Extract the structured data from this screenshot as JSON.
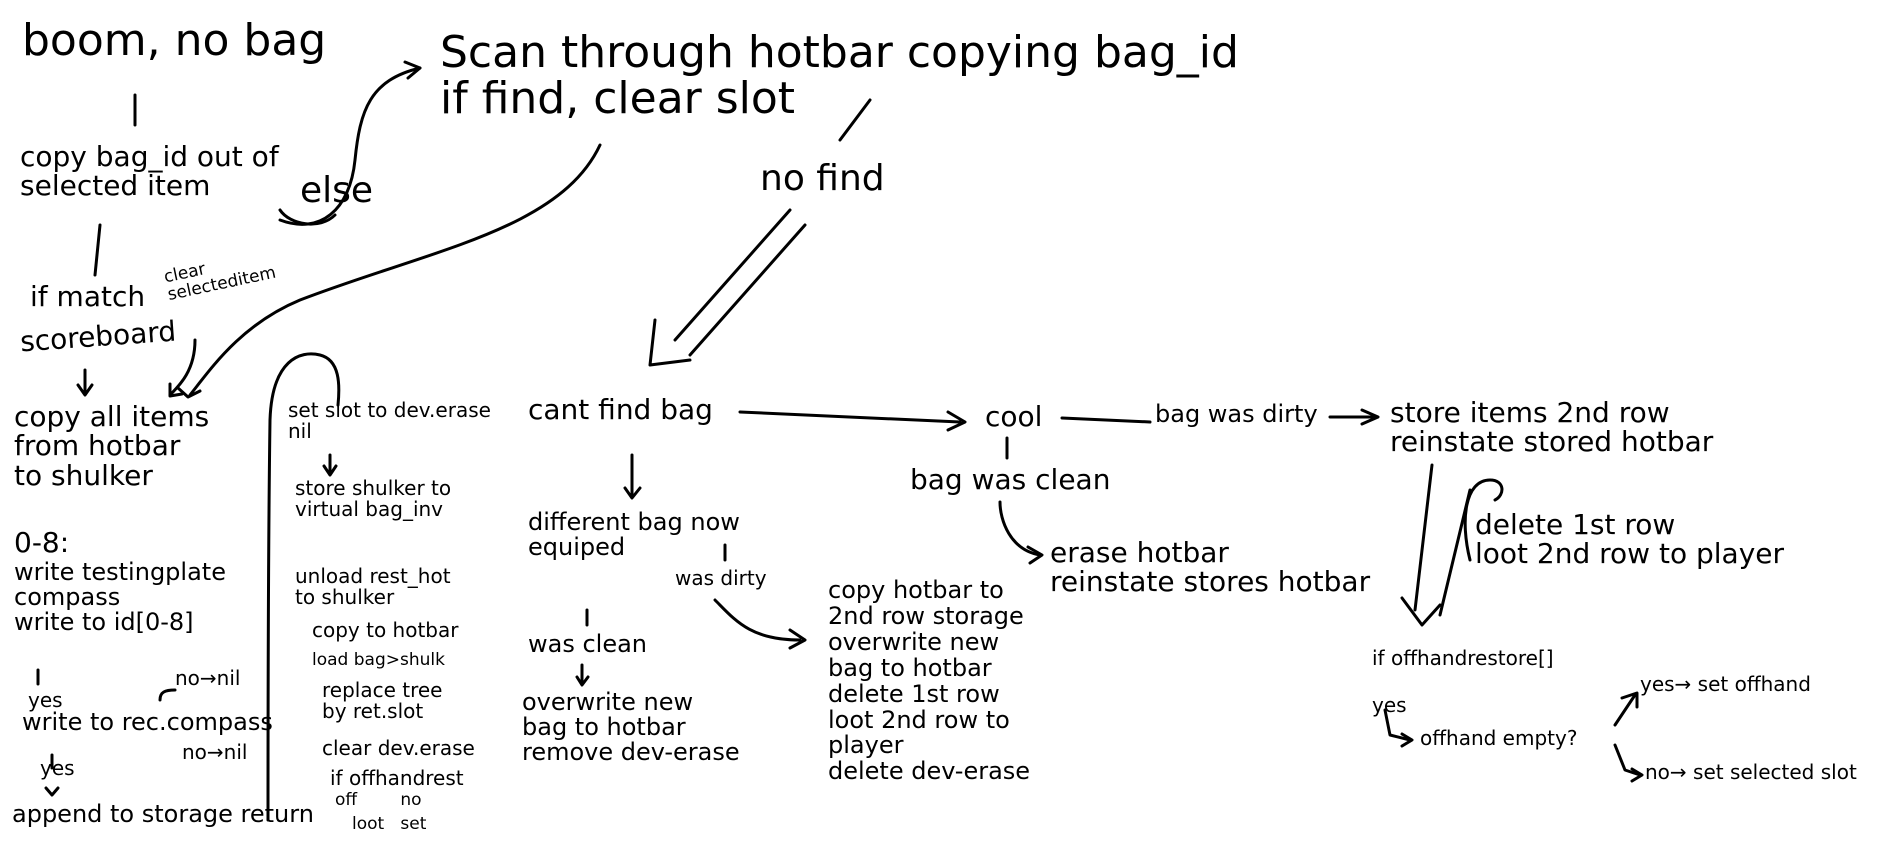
{
  "nodes": {
    "boom_no_bag": "boom, no bag",
    "copy_bag_id": "copy bag_id out of\nselected item",
    "else": "else",
    "scan_hotbar": "Scan through hotbar copying bag_id\nif find, clear slot",
    "no_find": "no find",
    "if_match": "if match",
    "clear_selected": "clear\nselecteditem",
    "scoreboard": "scoreboard",
    "copy_all_items": "copy all items\nfrom hotbar\nto shulker",
    "loop_0_8": "0-8:",
    "write_testing_plate": "write testingplate\ncompass\nwrite to id[0-8]",
    "no_nil": "no→nil",
    "yes_1": "yes",
    "write_rec_compass": "write to rec.compass",
    "no_nil_2": "no→nil",
    "yes_2": "yes",
    "append_storage": "append to storage return",
    "set_slot_dev_erase": "set slot to dev.erase\nnil",
    "store_shulker": "store shulker to\nvirtual bag_inv",
    "unload_rest_hot": "unload rest_hot\nto shulker",
    "copy_to_hotbar": "copy to hotbar",
    "load_bag_shulk": "load bag>shulk",
    "replace_tree": "replace tree\nby ret.slot",
    "clear_dev_erase": "clear dev.erase",
    "if_offhand_rest": "if offhandrest",
    "off_no": "off        no",
    "loot_set": "loot   set",
    "cant_find_bag": "cant find bag",
    "different_bag_now": "different bag now\nequiped",
    "was_clean_1": "was clean",
    "overwrite_new_bag": "overwrite new\nbag to hotbar\nremove dev-erase",
    "was_dirty_1": "was dirty",
    "copy_hotbar_2nd": "copy hotbar to\n2nd row storage\noverwrite new\nbag to hotbar\ndelete 1st row\nloot 2nd row to\nplayer\ndelete dev-erase",
    "cool": "cool",
    "bag_was_clean": "bag was clean",
    "erase_hotbar": "erase hotbar\nreinstate stores hotbar",
    "bag_was_dirty": "bag was dirty",
    "store_items_2nd": "store items 2nd row\nreinstate stored hotbar",
    "delete_1st_row": "delete 1st row\nloot 2nd row to player",
    "if_offhand_restore": "if offhandrestore[]",
    "yes_3": "yes",
    "offhand_empty": "offhand empty?",
    "yes_set_offhand": "yes→ set offhand",
    "no_set_selected": "no→ set selected slot"
  }
}
